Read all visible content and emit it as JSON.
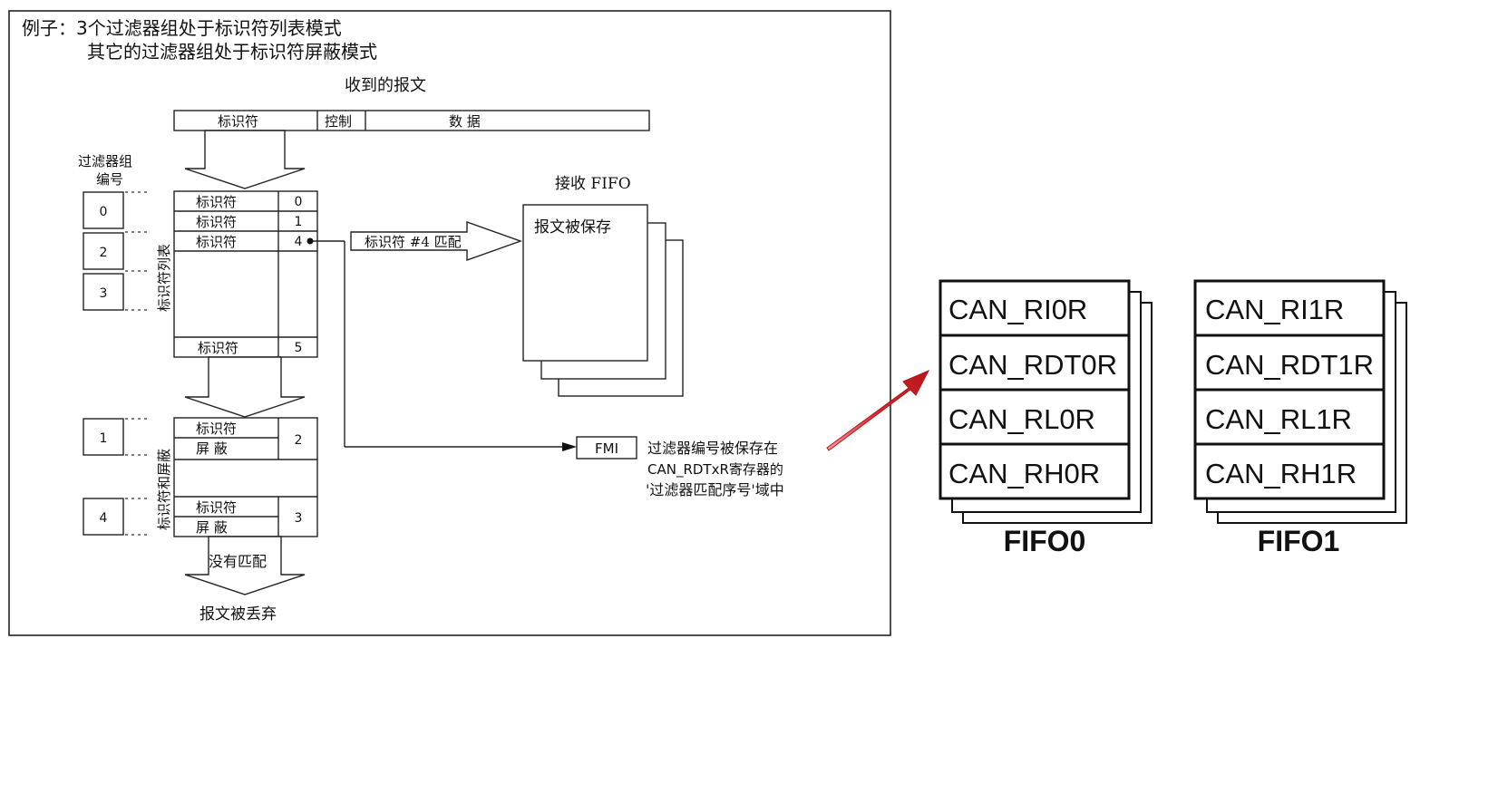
{
  "diagram": {
    "title_line1": "例子：3个过滤器组处于标识符列表模式",
    "title_line2": "其它的过滤器组处于标识符屏蔽模式",
    "received_message_label": "收到的报文",
    "message_fields": [
      "标识符",
      "控制",
      "数 据"
    ],
    "filter_bank_number_label_1": "过滤器组",
    "filter_bank_number_label_2": "编号",
    "bank_numbers_list": [
      "0",
      "2",
      "3"
    ],
    "bank_numbers_mask": [
      "1",
      "4"
    ],
    "list_mode_vertical_label": "标识符列表",
    "mask_mode_vertical_label": "标识符和屏蔽",
    "list_rows": [
      {
        "label": "标识符",
        "num": "0"
      },
      {
        "label": "标识符",
        "num": "1"
      },
      {
        "label": "标识符",
        "num": "4"
      },
      {
        "label": "标识符",
        "num": "5"
      }
    ],
    "mask_groups": [
      {
        "id_label": "标识符",
        "mask_label": "屏 蔽",
        "num": "2"
      },
      {
        "id_label": "标识符",
        "mask_label": "屏 蔽",
        "num": "3"
      }
    ],
    "match_arrow_label": "标识符 #4 匹配",
    "receive_fifo_label": "接收 FIFO",
    "message_stored_label": "报文被保存",
    "fmi_label": "FMI",
    "fmi_note_line1": "过滤器编号被保存在",
    "fmi_note_line2": "CAN_RDTxR寄存器的",
    "fmi_note_line3": "'过滤器匹配序号'域中",
    "no_match_label": "没有匹配",
    "discarded_label": "报文被丢弃"
  },
  "fifos": [
    {
      "name": "FIFO0",
      "registers": [
        "CAN_RI0R",
        "CAN_RDT0R",
        "CAN_RL0R",
        "CAN_RH0R"
      ]
    },
    {
      "name": "FIFO1",
      "registers": [
        "CAN_RI1R",
        "CAN_RDT1R",
        "CAN_RL1R",
        "CAN_RH1R"
      ]
    }
  ],
  "colors": {
    "highlight_arrow": "#d8262c"
  }
}
